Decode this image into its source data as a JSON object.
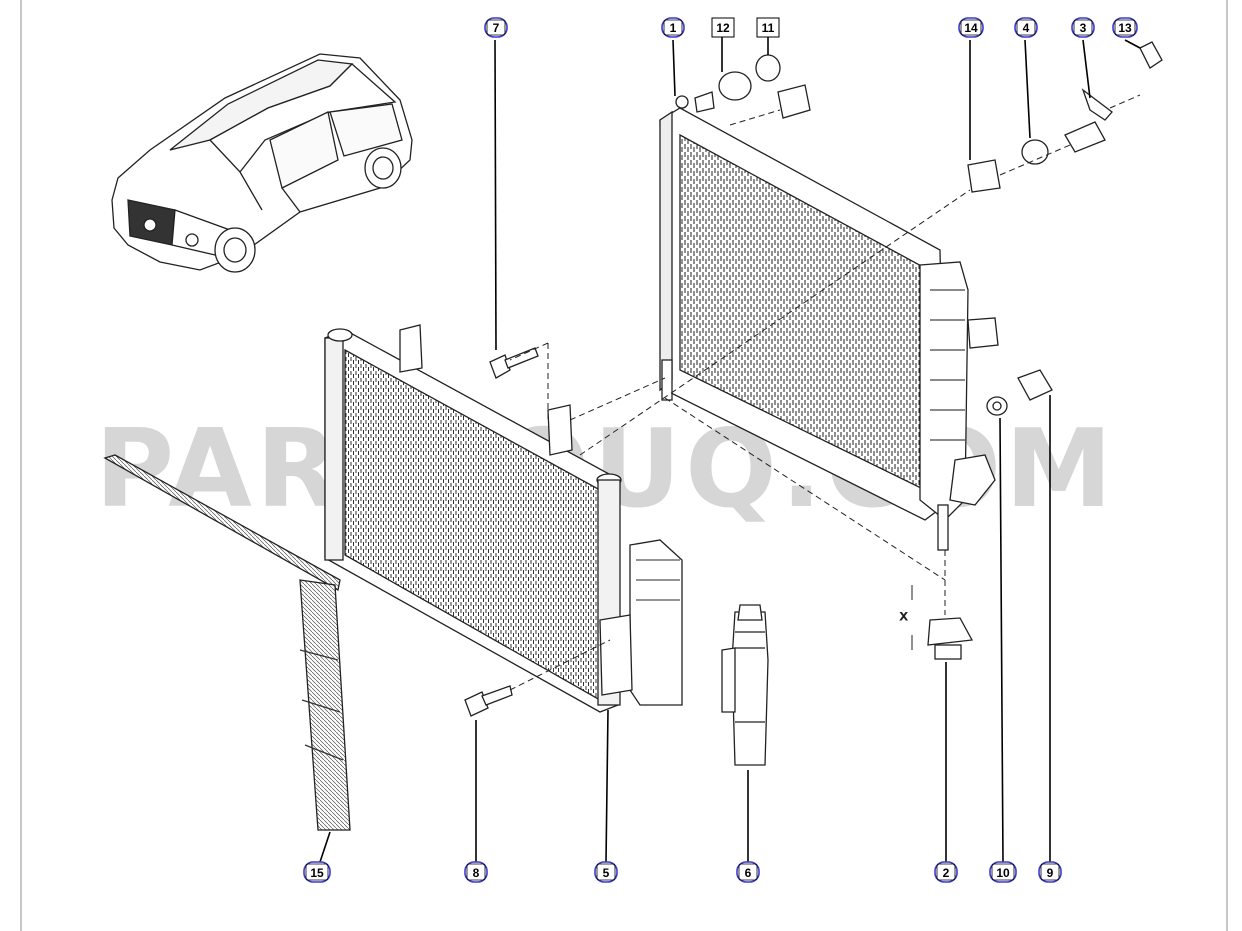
{
  "watermark": "PARTSOUQ.COM",
  "callouts": [
    {
      "id": "c1",
      "label": "1",
      "style": "circle"
    },
    {
      "id": "c2",
      "label": "2",
      "style": "circle"
    },
    {
      "id": "c3",
      "label": "3",
      "style": "circle"
    },
    {
      "id": "c4",
      "label": "4",
      "style": "circle"
    },
    {
      "id": "c5",
      "label": "5",
      "style": "circle"
    },
    {
      "id": "c6",
      "label": "6",
      "style": "circle"
    },
    {
      "id": "c7",
      "label": "7",
      "style": "circle"
    },
    {
      "id": "c8",
      "label": "8",
      "style": "circle"
    },
    {
      "id": "c9",
      "label": "9",
      "style": "circle"
    },
    {
      "id": "c10",
      "label": "10",
      "style": "circle"
    },
    {
      "id": "c11",
      "label": "11",
      "style": "square"
    },
    {
      "id": "c12",
      "label": "12",
      "style": "square"
    },
    {
      "id": "c13",
      "label": "13",
      "style": "circle"
    },
    {
      "id": "c14",
      "label": "14",
      "style": "circle"
    },
    {
      "id": "c15",
      "label": "15",
      "style": "circle"
    }
  ],
  "dimension_mark": "X",
  "colors": {
    "callout_ring": "#3a3acf",
    "line": "#000000",
    "watermark": "#cfcfcf"
  }
}
